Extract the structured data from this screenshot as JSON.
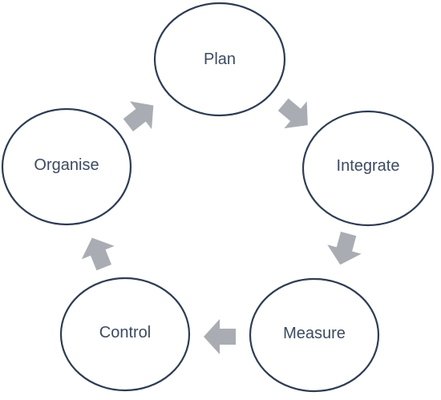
{
  "diagram": {
    "type": "cycle",
    "nodes": [
      {
        "id": "plan",
        "label": "Plan"
      },
      {
        "id": "integrate",
        "label": "Integrate"
      },
      {
        "id": "measure",
        "label": "Measure"
      },
      {
        "id": "control",
        "label": "Control"
      },
      {
        "id": "organise",
        "label": "Organise"
      }
    ],
    "edges": [
      {
        "from": "plan",
        "to": "integrate"
      },
      {
        "from": "integrate",
        "to": "measure"
      },
      {
        "from": "measure",
        "to": "control"
      },
      {
        "from": "control",
        "to": "organise"
      },
      {
        "from": "organise",
        "to": "plan"
      }
    ],
    "colors": {
      "node_outline": "#2e3c52",
      "node_fill": "#ffffff",
      "label_text": "#3c4a61",
      "arrow": "#a9adb3"
    }
  }
}
